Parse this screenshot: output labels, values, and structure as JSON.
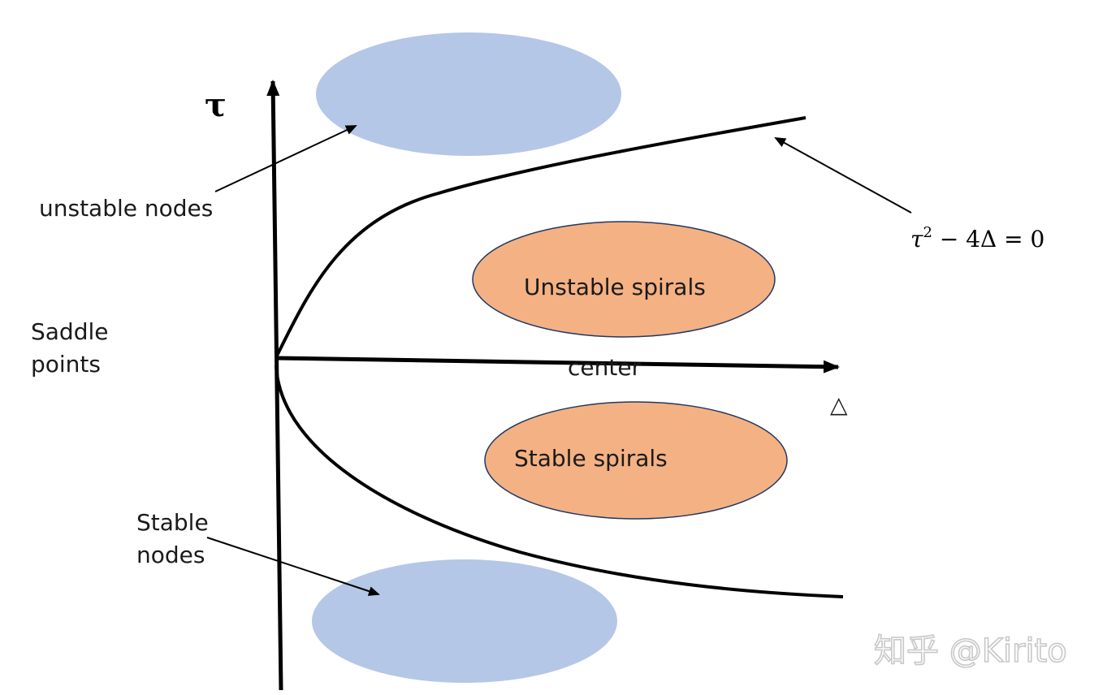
{
  "axes": {
    "y_label": "τ",
    "x_label": "△"
  },
  "regions": {
    "unstable_nodes": "unstable nodes",
    "saddle_points_line1": "Saddle",
    "saddle_points_line2": "points",
    "unstable_spirals": "Unstable spirals",
    "center": "center",
    "stable_spirals": "Stable spirals",
    "stable_nodes_line1": "Stable",
    "stable_nodes_line2": "nodes"
  },
  "curve": {
    "equation_tau": "τ",
    "equation_exp": "2",
    "equation_rest": " − 4Δ = 0"
  },
  "watermark": "知乎 @Kirito",
  "colors": {
    "node_region": "#b4c7e7",
    "spiral_region": "#f4b183",
    "center_text": "#e00000",
    "delta_symbol": "#1f3046",
    "line": "#000000"
  }
}
